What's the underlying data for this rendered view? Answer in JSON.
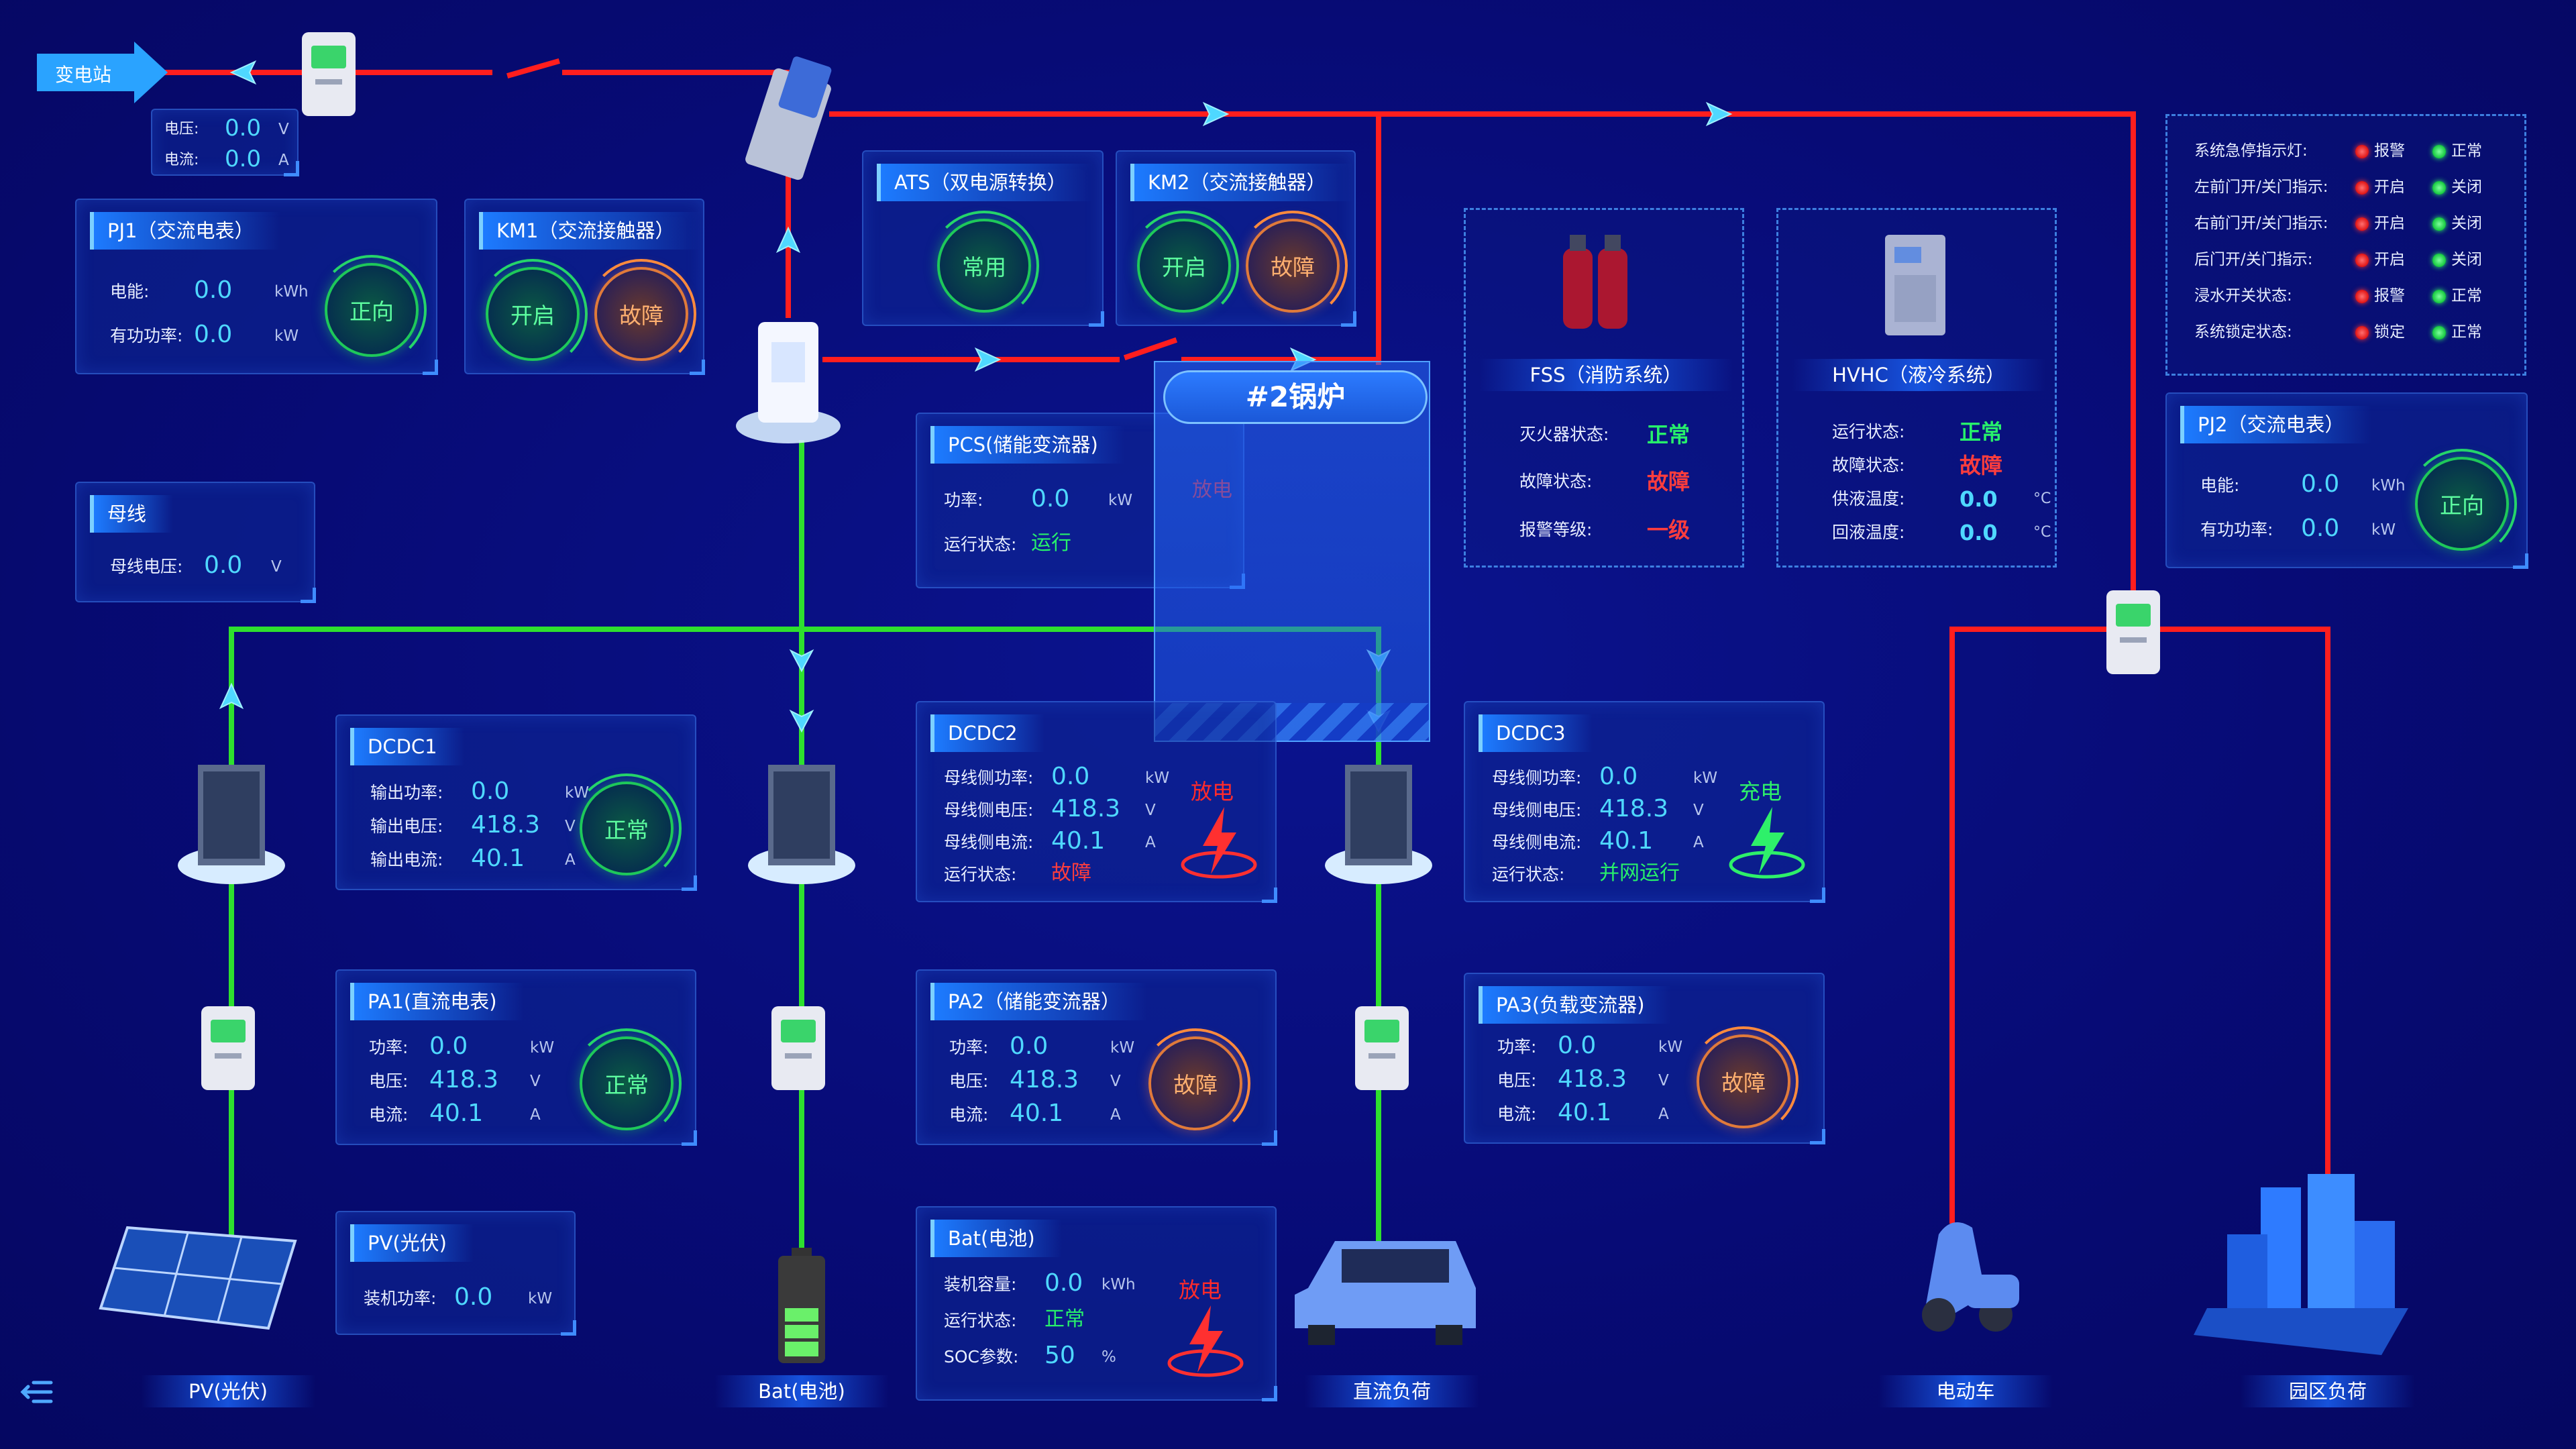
{
  "substation": {
    "label": "变电站",
    "voltage_label": "电压:",
    "voltage": "0.0",
    "voltage_unit": "V",
    "current_label": "电流:",
    "current": "0.0",
    "current_unit": "A"
  },
  "pj1": {
    "title": "PJ1（交流电表）",
    "energy_label": "电能:",
    "energy": "0.0",
    "energy_unit": "kWh",
    "power_label": "有功功率:",
    "power": "0.0",
    "power_unit": "kW",
    "ring": "正向"
  },
  "km1": {
    "title": "KM1（交流接触器）",
    "ring1": "开启",
    "ring2": "故障"
  },
  "ats": {
    "title": "ATS（双电源转换）",
    "ring": "常用"
  },
  "km2": {
    "title": "KM2（交流接触器）",
    "ring1": "开启",
    "ring2": "故障"
  },
  "bus": {
    "title": "母线",
    "voltage_label": "母线电压:",
    "voltage": "0.0",
    "voltage_unit": "V"
  },
  "pcs": {
    "title": "PCS(储能变流器)",
    "power_label": "功率:",
    "power": "0.0",
    "power_unit": "kW",
    "status_label": "运行状态:",
    "status": "运行",
    "badge": "放电"
  },
  "boiler": {
    "title": "#2锅炉"
  },
  "fss": {
    "title": "FSS（消防系统）",
    "rows": [
      {
        "label": "灭火器状态:",
        "value": "正常"
      },
      {
        "label": "故障状态:",
        "value": "故障"
      },
      {
        "label": "报警等级:",
        "value": "一级"
      }
    ]
  },
  "hvhc": {
    "title": "HVHC（液冷系统）",
    "rows": [
      {
        "label": "运行状态:",
        "value": "正常"
      },
      {
        "label": "故障状态:",
        "value": "故障"
      },
      {
        "label": "供液温度:",
        "value": "0.0",
        "unit": "°C"
      },
      {
        "label": "回液温度:",
        "value": "0.0",
        "unit": "°C"
      }
    ]
  },
  "indicators": [
    {
      "label": "系统急停指示灯:",
      "a": "报警",
      "b": "正常"
    },
    {
      "label": "左前门开/关门指示:",
      "a": "开启",
      "b": "关闭"
    },
    {
      "label": "右前门开/关门指示:",
      "a": "开启",
      "b": "关闭"
    },
    {
      "label": "后门开/关门指示:",
      "a": "开启",
      "b": "关闭"
    },
    {
      "label": "浸水开关状态:",
      "a": "报警",
      "b": "正常"
    },
    {
      "label": "系统锁定状态:",
      "a": "锁定",
      "b": "正常"
    }
  ],
  "pj2": {
    "title": "PJ2（交流电表）",
    "energy_label": "电能:",
    "energy": "0.0",
    "energy_unit": "kWh",
    "power_label": "有功功率:",
    "power": "0.0",
    "power_unit": "kW",
    "ring": "正向"
  },
  "dcdc1": {
    "title": "DCDC1",
    "rows": [
      {
        "label": "输出功率:",
        "value": "0.0",
        "unit": "kW"
      },
      {
        "label": "输出电压:",
        "value": "418.3",
        "unit": "V"
      },
      {
        "label": "输出电流:",
        "value": "40.1",
        "unit": "A"
      }
    ],
    "ring": "正常"
  },
  "dcdc2": {
    "title": "DCDC2",
    "rows": [
      {
        "label": "母线侧功率:",
        "value": "0.0",
        "unit": "kW"
      },
      {
        "label": "母线侧电压:",
        "value": "418.3",
        "unit": "V"
      },
      {
        "label": "母线侧电流:",
        "value": "40.1",
        "unit": "A"
      }
    ],
    "status_label": "运行状态:",
    "status": "故障",
    "badge": "放电"
  },
  "dcdc3": {
    "title": "DCDC3",
    "rows": [
      {
        "label": "母线侧功率:",
        "value": "0.0",
        "unit": "kW"
      },
      {
        "label": "母线侧电压:",
        "value": "418.3",
        "unit": "V"
      },
      {
        "label": "母线侧电流:",
        "value": "40.1",
        "unit": "A"
      }
    ],
    "status_label": "运行状态:",
    "status": "并网运行",
    "badge": "充电"
  },
  "pa1": {
    "title": "PA1(直流电表)",
    "rows": [
      {
        "label": "功率:",
        "value": "0.0",
        "unit": "kW"
      },
      {
        "label": "电压:",
        "value": "418.3",
        "unit": "V"
      },
      {
        "label": "电流:",
        "value": "40.1",
        "unit": "A"
      }
    ],
    "ring": "正常"
  },
  "pa2": {
    "title": "PA2（储能变流器）",
    "rows": [
      {
        "label": "功率:",
        "value": "0.0",
        "unit": "kW"
      },
      {
        "label": "电压:",
        "value": "418.3",
        "unit": "V"
      },
      {
        "label": "电流:",
        "value": "40.1",
        "unit": "A"
      }
    ],
    "ring": "故障"
  },
  "pa3": {
    "title": "PA3(负载变流器)",
    "rows": [
      {
        "label": "功率:",
        "value": "0.0",
        "unit": "kW"
      },
      {
        "label": "电压:",
        "value": "418.3",
        "unit": "V"
      },
      {
        "label": "电流:",
        "value": "40.1",
        "unit": "A"
      }
    ],
    "ring": "故障"
  },
  "pv": {
    "title": "PV(光伏)",
    "power_label": "装机功率:",
    "power": "0.0",
    "power_unit": "kW"
  },
  "bat": {
    "title": "Bat(电池)",
    "rows": [
      {
        "label": "装机容量:",
        "value": "0.0",
        "unit": "kWh"
      },
      {
        "label": "运行状态:",
        "value": "正常"
      },
      {
        "label": "SOC参数:",
        "value": "50",
        "unit": "%"
      }
    ],
    "badge": "放电"
  },
  "bottom_labels": {
    "pv": "PV(光伏)",
    "bat": "Bat(电池)",
    "dc_load": "直流负荷",
    "ev": "电动车",
    "park": "园区负荷"
  },
  "colors": {
    "ac_line": "#ff1e1e",
    "dc_line": "#2ee02e",
    "ok": "#27f06b",
    "fault": "#ff3d3d",
    "value": "#4fd8ff"
  }
}
